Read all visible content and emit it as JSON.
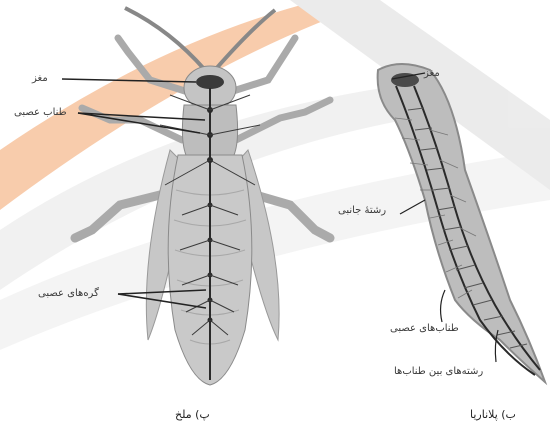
{
  "grasshopper": {
    "caption": "پ) ملخ",
    "labels": {
      "brain": "مغز",
      "nerve_cord": "طناب عصبی",
      "ganglia": "گره‌های عصبی"
    }
  },
  "planaria": {
    "caption": "ب) پلاناریا",
    "labels": {
      "brain": "مغز",
      "lateral_nerve": "رشتهٔ جانبی",
      "nerve_cords": "طناب‌های عصبی",
      "connecting_fibers": "رشته‌های بین طناب‌ها"
    }
  },
  "colors": {
    "watermark_orange": "#f4a36a",
    "watermark_gray": "#d8d8d8",
    "specimen_fill": "#bdbdbd",
    "nerve": "#2a2a2a"
  }
}
